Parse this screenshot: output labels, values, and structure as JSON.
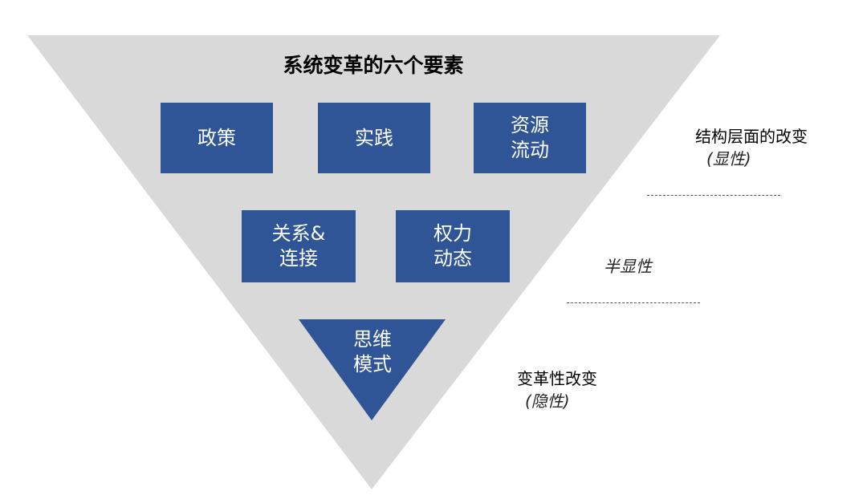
{
  "title": "系统变革的六个要素",
  "colors": {
    "pyramid": "#D9D9D9",
    "box": "#2F5597",
    "box_text": "#FFFFFF"
  },
  "elements": {
    "policy": "政策",
    "practice": "实践",
    "resource_flow": [
      "资源",
      "流动"
    ],
    "relationships": [
      "关系&",
      "连接"
    ],
    "power_dynamics": [
      "权力",
      "动态"
    ],
    "mental_models": [
      "思维",
      "模式"
    ]
  },
  "levels": {
    "structural": {
      "label": "结构层面的改变",
      "sub": "(显性)"
    },
    "semi": {
      "label": "半显性"
    },
    "transformative": {
      "label": "变革性改变",
      "sub": "(隐性)"
    }
  }
}
